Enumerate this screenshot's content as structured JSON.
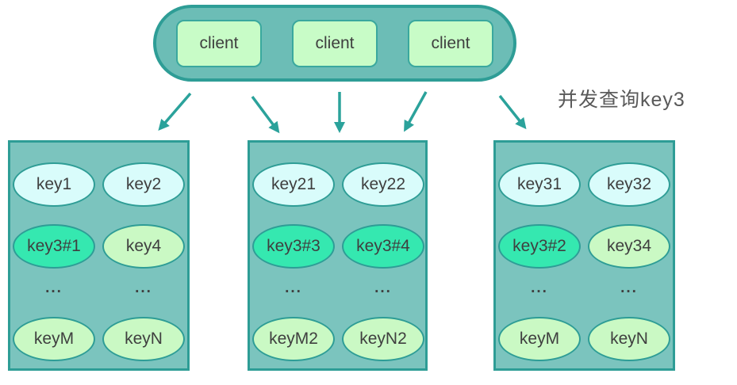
{
  "annotation": {
    "label": "并发查询key3"
  },
  "client_group": {
    "clients": [
      {
        "label": "client"
      },
      {
        "label": "client"
      },
      {
        "label": "client"
      }
    ]
  },
  "shards": [
    {
      "cells": [
        {
          "label": "key1",
          "variant": "cyan"
        },
        {
          "label": "key2",
          "variant": "cyan"
        },
        {
          "label": "key3#1",
          "variant": "hot"
        },
        {
          "label": "key4",
          "variant": "green"
        },
        {
          "label": "...",
          "variant": "dots"
        },
        {
          "label": "...",
          "variant": "dots"
        },
        {
          "label": "keyM",
          "variant": "green"
        },
        {
          "label": "keyN",
          "variant": "green"
        }
      ]
    },
    {
      "cells": [
        {
          "label": "key21",
          "variant": "cyan"
        },
        {
          "label": "key22",
          "variant": "cyan"
        },
        {
          "label": "key3#3",
          "variant": "hot"
        },
        {
          "label": "key3#4",
          "variant": "hot"
        },
        {
          "label": "...",
          "variant": "dots"
        },
        {
          "label": "...",
          "variant": "dots"
        },
        {
          "label": "keyM2",
          "variant": "green"
        },
        {
          "label": "keyN2",
          "variant": "green"
        }
      ]
    },
    {
      "cells": [
        {
          "label": "key31",
          "variant": "cyan"
        },
        {
          "label": "key32",
          "variant": "cyan"
        },
        {
          "label": "key3#2",
          "variant": "hot"
        },
        {
          "label": "key34",
          "variant": "green"
        },
        {
          "label": "...",
          "variant": "dots"
        },
        {
          "label": "...",
          "variant": "dots"
        },
        {
          "label": "keyM",
          "variant": "green"
        },
        {
          "label": "keyN",
          "variant": "green"
        }
      ]
    }
  ],
  "colors": {
    "pill_fill": "#6CBDB6",
    "pill_border": "#2E9D96",
    "shard_fill": "#7BC4BE",
    "shard_border": "#2E9D96",
    "client_fill": "#C8FCC7",
    "client_border": "#3AA89E",
    "ellipse_cyan": "#D9FCFB",
    "ellipse_hot": "#35E8B0",
    "ellipse_green": "#CAF9C4",
    "arrow": "#2BA29B",
    "text": "#3F3F3F",
    "annotation_text": "#595959"
  }
}
